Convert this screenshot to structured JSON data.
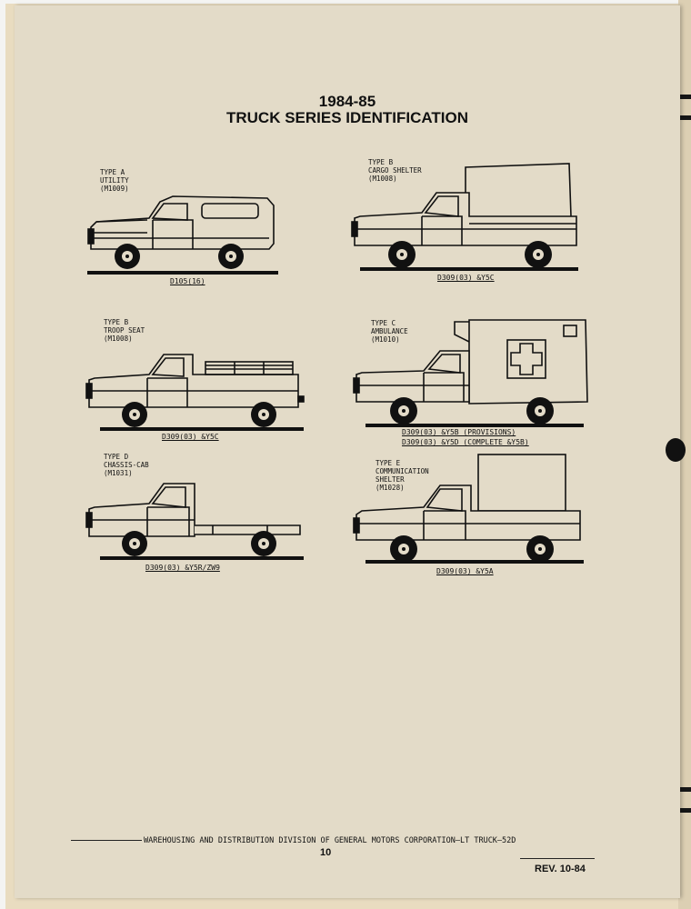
{
  "header": {
    "year": "1984-85",
    "title": "TRUCK SERIES IDENTIFICATION"
  },
  "vehicles": [
    {
      "type": "TYPE A",
      "name": "UTILITY",
      "model": "(M1009)",
      "codes": [
        "D105(16)"
      ]
    },
    {
      "type": "TYPE B",
      "name": "CARGO SHELTER",
      "model": "(M1008)",
      "codes": [
        "D309(03) &Y5C"
      ]
    },
    {
      "type": "TYPE B",
      "name": "TROOP SEAT",
      "model": "(M1008)",
      "codes": [
        "D309(03) &Y5C"
      ]
    },
    {
      "type": "TYPE C",
      "name": "AMBULANCE",
      "model": "(M1010)",
      "codes": [
        "D309(03) &Y5B (PROVISIONS)",
        "D309(03) &Y5D (COMPLETE &Y5B)"
      ]
    },
    {
      "type": "TYPE D",
      "name": "CHASSIS-CAB",
      "model": "(M1031)",
      "codes": [
        "D309(03) &Y5R/ZW9"
      ]
    },
    {
      "type": "TYPE E",
      "name": "COMMUNICATION\nSHELTER",
      "model": "(M1028)",
      "codes": [
        "D309(03) &Y5A"
      ]
    }
  ],
  "footer": {
    "division": "WAREHOUSING AND DISTRIBUTION DIVISION OF GENERAL MOTORS CORPORATION—LT TRUCK—52D",
    "page": "10",
    "revision": "REV. 10-84"
  }
}
